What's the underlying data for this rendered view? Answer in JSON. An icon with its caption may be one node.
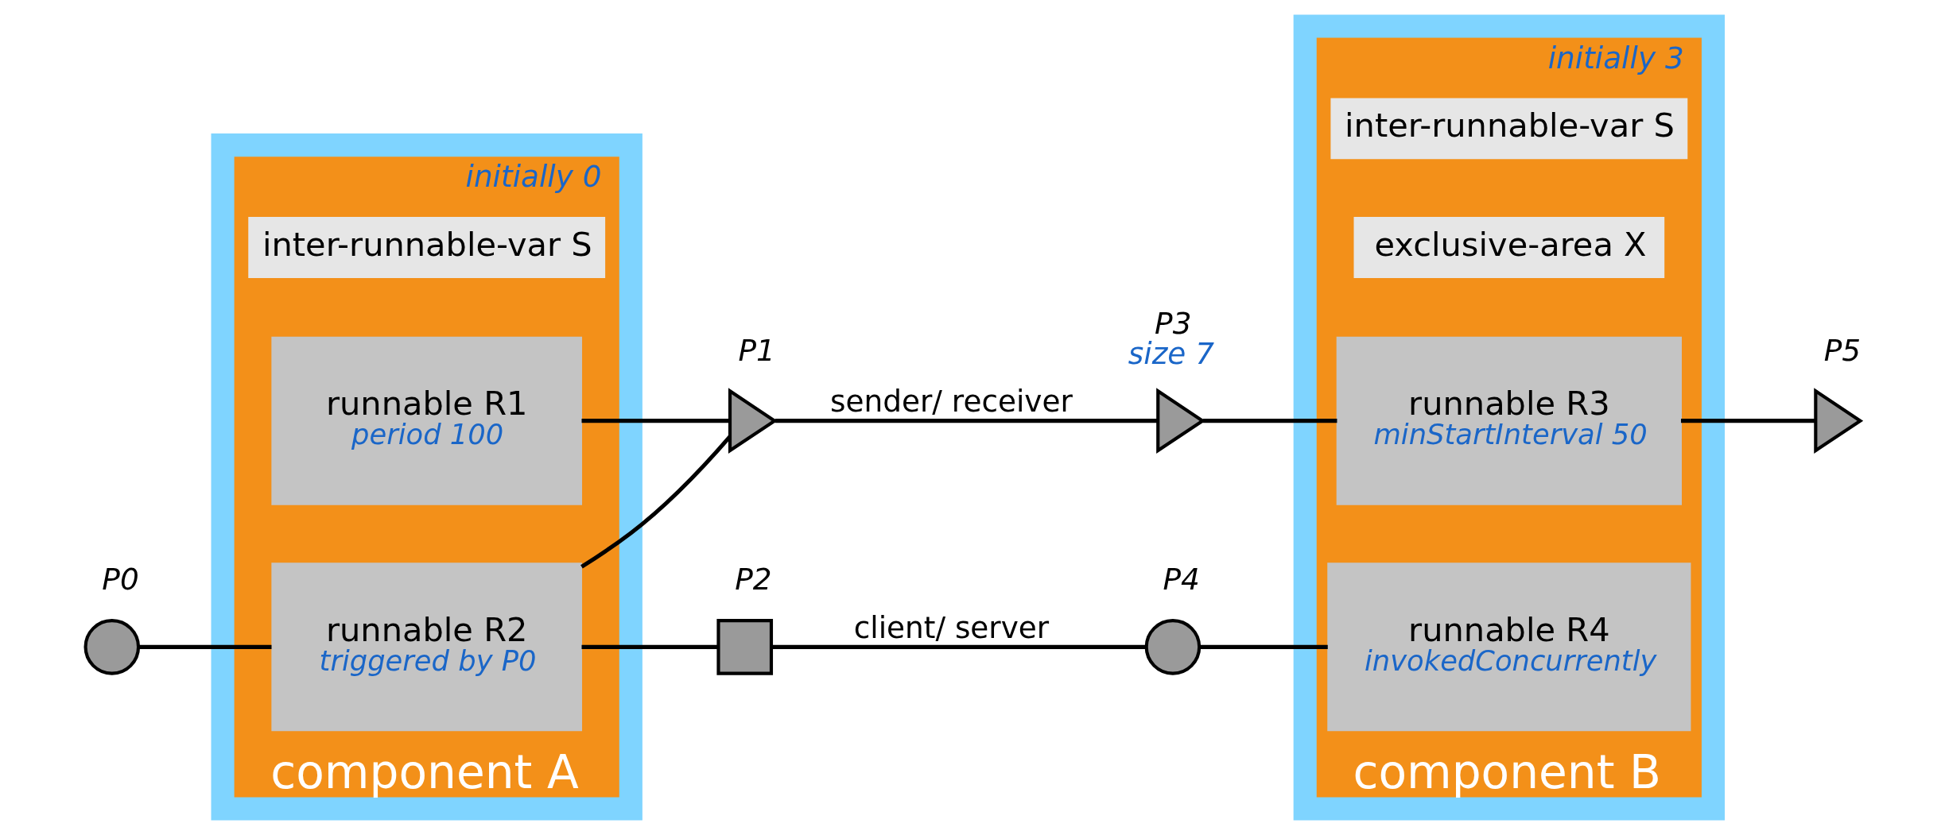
{
  "diagram": {
    "nodes": [
      {
        "text": [
          "component A"
        ]
      },
      {
        "text": [
          "inter-runnable-var S"
        ],
        "in": 0,
        "beside": [
          "initially 0"
        ]
      },
      {
        "text": [
          "runnable R1",
          "period 100"
        ],
        "in": 0
      },
      {
        "text": [
          "runnable R2",
          "triggered by P0"
        ],
        "in": 0
      },
      {
        "text": [],
        "shape": "circle",
        "beside": [
          "P0"
        ]
      },
      {
        "text": [],
        "shape": "triangle",
        "beside": [
          "P1"
        ]
      },
      {
        "text": [],
        "shape": "box",
        "beside": [
          "P2"
        ]
      },
      {
        "text": [
          "component B"
        ]
      },
      {
        "text": [
          "exclusive-area X"
        ],
        "in": 7
      },
      {
        "text": [
          "runnable R3",
          "minStartInterval 50"
        ],
        "in": 7
      },
      {
        "text": [
          "runnable R4",
          "invokedConcurrently"
        ],
        "in": 7
      },
      {
        "text": [
          "inter-runnable-var S"
        ],
        "in": 7,
        "beside": [
          "initially 3"
        ]
      },
      {
        "text": [],
        "shape": "triangle",
        "beside": [
          "P3",
          "size 7"
        ]
      },
      {
        "text": [],
        "shape": "circle",
        "beside": [
          "P4"
        ]
      },
      {
        "text": [],
        "shape": "triangle",
        "beside": [
          "P5"
        ]
      }
    ],
    "edges": [
      {
        "from": 4,
        "to": 3,
        "arrow": "none"
      },
      {
        "from": 2,
        "to": 5,
        "arrow": "none"
      },
      {
        "from": 3,
        "to": 5,
        "arrow": "none"
      },
      {
        "from": 3,
        "to": 6,
        "arrow": "none"
      },
      {
        "from": 5,
        "to": 12,
        "arrow": "none",
        "label": "sender/ receiver"
      },
      {
        "from": 6,
        "to": 13,
        "arrow": "none",
        "label": "client/ server"
      },
      {
        "from": 12,
        "to": 9,
        "arrow": "none"
      },
      {
        "from": 13,
        "to": 10,
        "arrow": "none"
      },
      {
        "from": 9,
        "to": 14,
        "arrow": "none"
      }
    ]
  }
}
